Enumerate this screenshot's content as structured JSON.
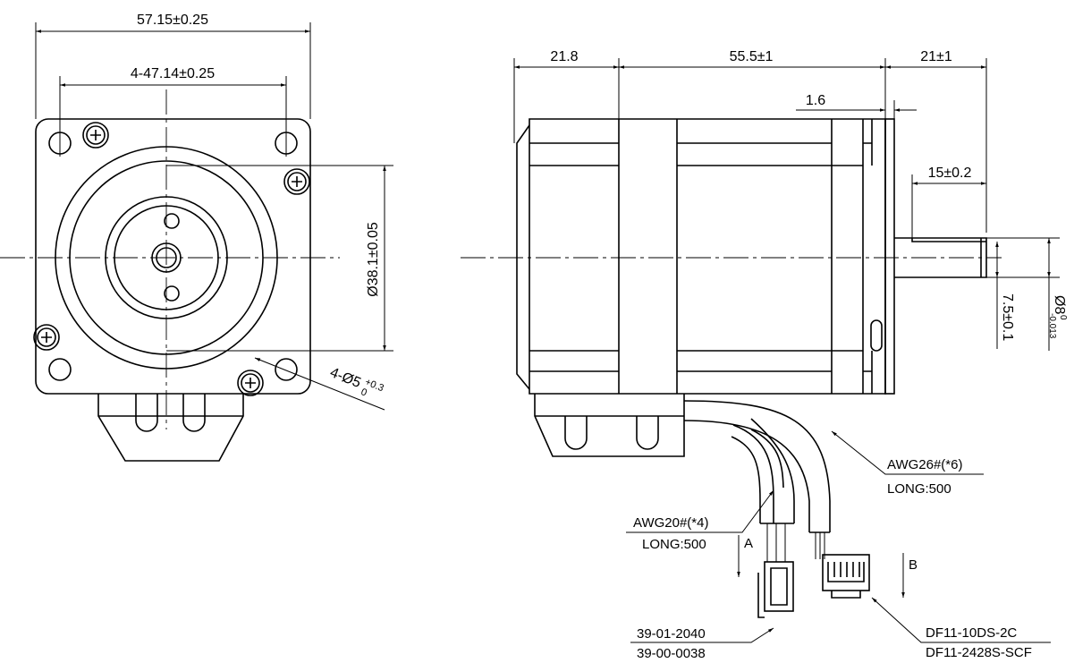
{
  "front_view": {
    "width_dim": "57.15±0.25",
    "hole_spacing_dim": "4-47.14±0.25",
    "pilot_dim": "Ø38.1±0.05",
    "hole_dim": "4-Ø5",
    "hole_tol_upper": "+0.3",
    "hole_tol_lower": "0"
  },
  "side_view": {
    "flange_dim": "21.8",
    "body_dim": "55.5±1",
    "shaft_len_dim": "21±1",
    "plate_dim": "1.6",
    "flat_dim": "15±0.2",
    "flat_depth_dim": "7.5±0.1",
    "shaft_dia_dim": "Ø8",
    "shaft_tol_upper": "0",
    "shaft_tol_lower": "-0.013"
  },
  "cables": {
    "encoder_wire": "AWG26#(*6)",
    "encoder_length": "LONG:500",
    "power_wire": "AWG20#(*4)",
    "power_length": "LONG:500",
    "view_a": "A",
    "view_b": "B",
    "power_conn_1": "39-01-2040",
    "power_conn_2": "39-00-0038",
    "encoder_conn_1": "DF11-10DS-2C",
    "encoder_conn_2": "DF11-2428S-SCF"
  }
}
